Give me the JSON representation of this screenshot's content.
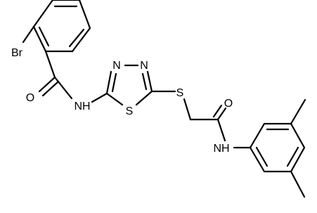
{
  "atoms": {
    "br": "Br",
    "o_amide": "O",
    "nh_amide": "NH",
    "n_ring_left": "N",
    "n_ring_right": "N",
    "s_ring": "S",
    "s_thioether": "S",
    "o_acetamide": "O",
    "nh_anilide": "NH"
  },
  "colors": {
    "bond": "#000000",
    "label": "#000000",
    "background": "#ffffff"
  }
}
